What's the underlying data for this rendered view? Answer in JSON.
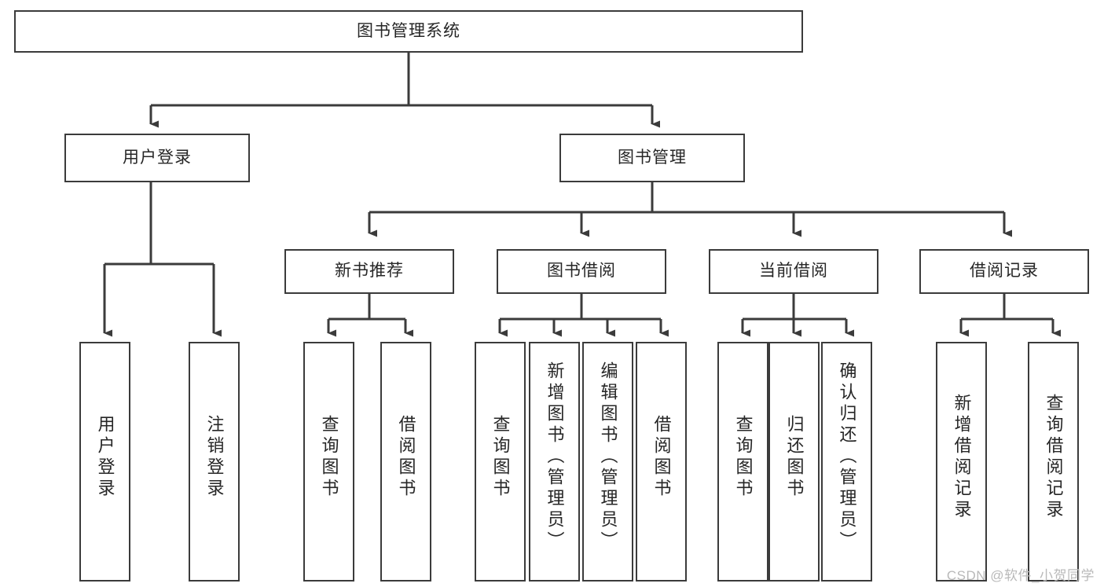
{
  "diagram": {
    "title": "图书管理系统",
    "type": "tree-hierarchy-diagram",
    "colors": {
      "box_border": "#3b3b3b",
      "box_fill": "#ffffff",
      "connector": "#3b3b3b",
      "text": "#262626",
      "watermark": "#b9b9b9"
    },
    "root": {
      "label": "图书管理系统"
    },
    "level2": [
      {
        "label": "用户登录"
      },
      {
        "label": "图书管理"
      }
    ],
    "level3": [
      {
        "label": "新书推荐"
      },
      {
        "label": "图书借阅"
      },
      {
        "label": "当前借阅"
      },
      {
        "label": "借阅记录"
      }
    ],
    "leaves": {
      "user_login": [
        {
          "label": "用户登录"
        },
        {
          "label": "注销登录"
        }
      ],
      "new_book_recommend": [
        {
          "label": "查询图书"
        },
        {
          "label": "借阅图书"
        }
      ],
      "book_borrow": [
        {
          "label": "查询图书"
        },
        {
          "label": "新增图书（管理员）"
        },
        {
          "label": "编辑图书（管理员）"
        },
        {
          "label": "借阅图书"
        }
      ],
      "current_borrow": [
        {
          "label": "查询图书"
        },
        {
          "label": "归还图书"
        },
        {
          "label": "确认归还（管理员）"
        }
      ],
      "borrow_record": [
        {
          "label": "新增借阅记录"
        },
        {
          "label": "查询借阅记录"
        }
      ]
    },
    "watermark": "CSDN @软件_小贺同学"
  }
}
